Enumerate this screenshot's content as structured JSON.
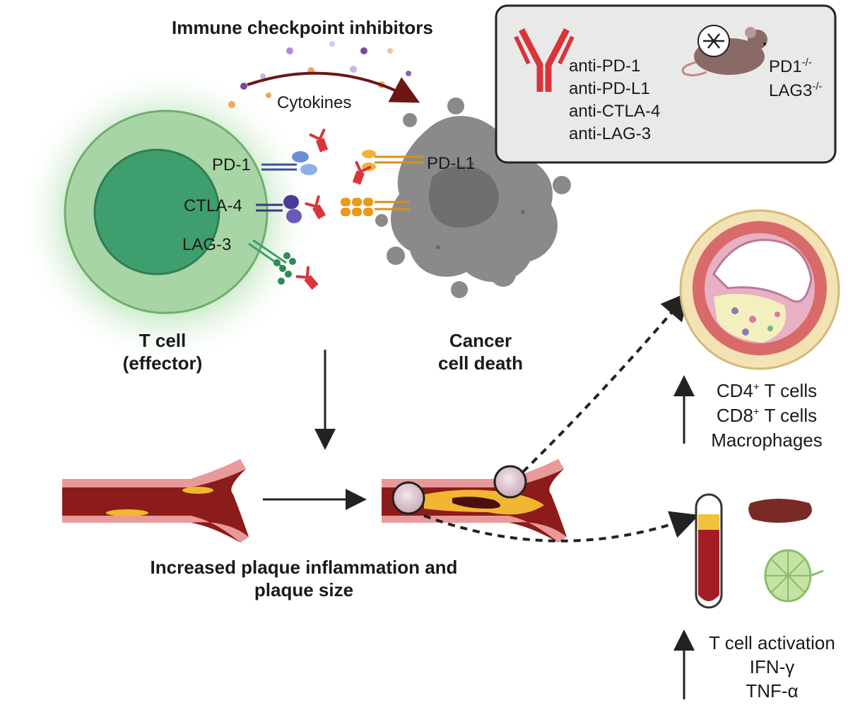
{
  "title": "Immune checkpoint inhibitors",
  "cytokines_label": "Cytokines",
  "receptors": {
    "pd1": "PD-1",
    "ctla4": "CTLA-4",
    "lag3": "LAG-3",
    "pdl1": "PD-L1"
  },
  "tcell_label": {
    "line1": "T cell",
    "line2": "(effector)"
  },
  "cancer_label": {
    "line1": "Cancer",
    "line2": "cell death"
  },
  "inhibitors_box": {
    "antibodies": [
      "anti-PD-1",
      "anti-PD-L1",
      "anti-CTLA-4",
      "anti-LAG-3"
    ],
    "knockouts": [
      {
        "name": "PD1",
        "sup": "-/-"
      },
      {
        "name": "LAG3",
        "sup": "-/-"
      }
    ]
  },
  "plaque_label": {
    "line1": "Increased plaque inflammation and",
    "line2": "plaque size"
  },
  "plaque_cells": [
    {
      "name": "CD4",
      "sup": "+",
      "rest": " T cells"
    },
    {
      "name": "CD8",
      "sup": "+",
      "rest": " T cells"
    },
    {
      "name": "Macrophages",
      "sup": "",
      "rest": ""
    }
  ],
  "blood_markers": [
    "T cell activation",
    "IFN-γ",
    "TNF-α"
  ],
  "colors": {
    "tcell_outer": "#a8d5a6",
    "tcell_inner": "#3f9e6e",
    "cancer": "#8a8a8a",
    "antibody": "#d8353a",
    "artery_wall": "#8c1b1b",
    "plaque": "#f2b632",
    "box_bg": "#e9e9e9"
  }
}
